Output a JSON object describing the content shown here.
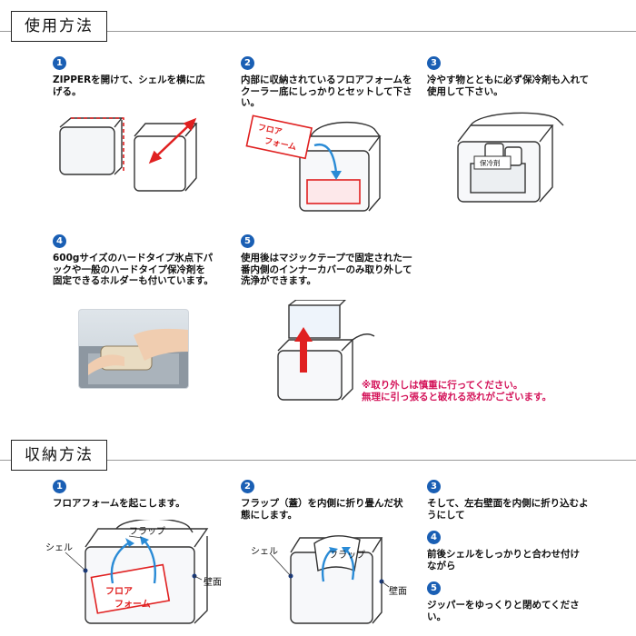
{
  "usage": {
    "title": "使用方法",
    "steps": [
      {
        "num": "1",
        "text": "ZIPPERを開けて、シェルを横に広げる。"
      },
      {
        "num": "2",
        "text": "内部に収納されているフロアフォームをクーラー底にしっかりとセットして下さい。"
      },
      {
        "num": "3",
        "text": "冷やす物とともに必ず保冷剤も入れて使用して下さい。"
      },
      {
        "num": "4",
        "text": "600gサイズのハードタイプ氷点下パックや一般のハードタイプ保冷剤を固定できるホルダーも付いています。"
      },
      {
        "num": "5",
        "text": "使用後はマジックテープで固定された一番内側のインナーカバーのみ取り外して洗浄ができます。"
      }
    ],
    "labels": {
      "floor_form": "フロア\nフォーム",
      "ice_pack": "保冷剤"
    },
    "warning": "※取り外しは慎重に行ってください。\n無理に引っ張ると破れる恐れがございます。"
  },
  "storage": {
    "title": "収納方法",
    "steps": [
      {
        "num": "1",
        "text": "フロアフォームを起こします。"
      },
      {
        "num": "2",
        "text": "フラップ（蓋）を内側に折り畳んだ状態にします。"
      },
      {
        "num": "3",
        "text": "そして、左右壁面を内側に折り込むようにして"
      },
      {
        "num": "4",
        "text": "前後シェルをしっかりと合わせ付けながら"
      },
      {
        "num": "5",
        "text": "ジッパーをゆっくりと閉めてください。"
      }
    ],
    "labels": {
      "shell": "シェル",
      "flap": "フラップ",
      "wall": "壁面",
      "floor_form": "フロア\nフォーム"
    }
  },
  "colors": {
    "accent": "#1a5fb4",
    "warning": "#d4145a",
    "red": "#e02020"
  }
}
